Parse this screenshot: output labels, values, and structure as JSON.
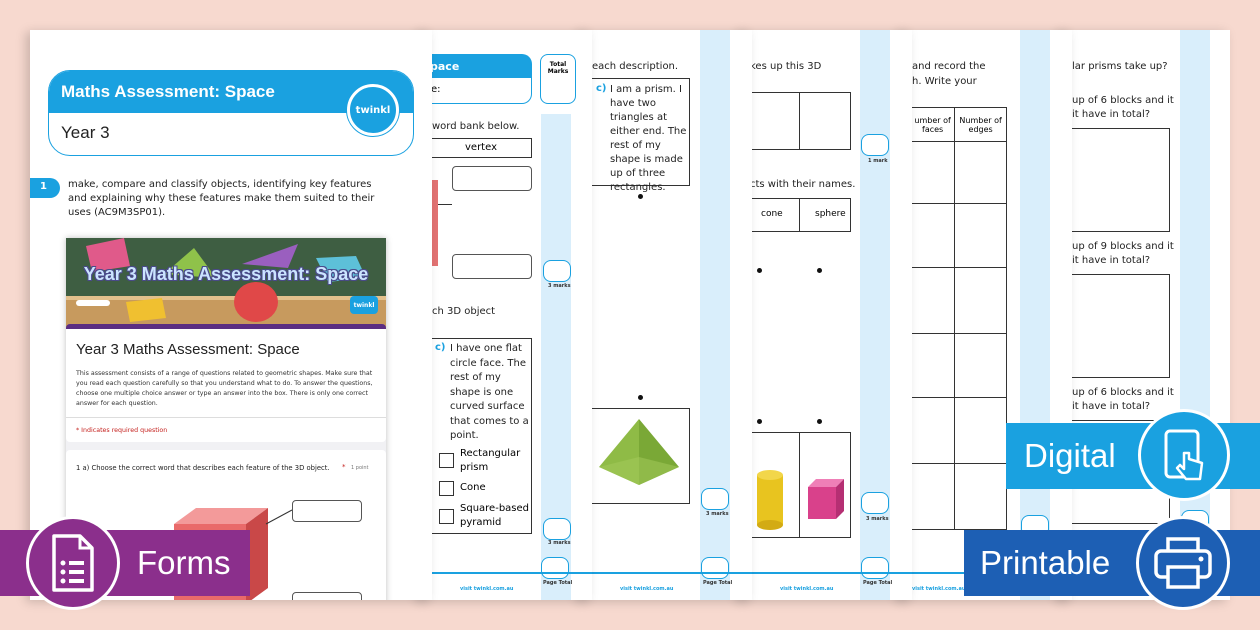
{
  "front": {
    "title": "Maths Assessment: Space",
    "year": "Year 3",
    "logo": "twinkl",
    "q_number": "1",
    "outcome": "make, compare and classify objects, identifying key features and explaining why these features make them suited to their uses (AC9M3SP01)."
  },
  "form": {
    "banner": "Year 3 Maths Assessment: Space",
    "logo": "twinkl",
    "heading": "Year 3 Maths Assessment: Space",
    "intro": "This assessment consists of a range of questions related to geometric shapes. Make sure that you read each question carefully so that you understand what to do. To answer the questions, choose one multiple choice answer or type an answer into the box. There is only one correct answer for each question.",
    "required": "* Indicates required question",
    "question": "1 a) Choose the correct word that describes each feature of the 3D object.",
    "required_star": "*",
    "points": "1 point"
  },
  "page2": {
    "title_frag": "pace",
    "sub_frag": "e:",
    "total_marks": "Total Marks",
    "wordbank": "word bank below.",
    "vertex": "vertex",
    "marks3": "3 marks",
    "q3d": "ch 3D object",
    "c_label": "c)",
    "c_text": "I have one flat circle face. The rest of my shape is one curved surface that comes to a point.",
    "options": [
      "Rectangular prism",
      "Cone",
      "Square-based pyramid"
    ],
    "marks3b": "3 marks",
    "page_total": "Page Total",
    "visit": "visit twinkl.com.au"
  },
  "page3": {
    "desc": "each description.",
    "c_label": "c)",
    "c_text": "I am a prism. I have two triangles at either end. The rest of my shape is made up of three rectangles.",
    "marks3": "3 marks",
    "page_total": "Page Total",
    "visit": "visit twinkl.com.au"
  },
  "page4": {
    "frag": "kes up this 3D",
    "names": "cts with their names.",
    "cone": "cone",
    "sphere": "sphere",
    "mark1": "1 mark",
    "marks3": "3 marks",
    "page_total": "Page Total",
    "visit": "visit twinkl.com.au"
  },
  "page5": {
    "frag1": "and record the",
    "frag2": "h. Write your",
    "col1": "umber of faces",
    "col2": "Number of edges",
    "visit": "visit twinkl.com.au"
  },
  "page6": {
    "frag": "lar prisms take up?",
    "q1a": "up of 6 blocks and it",
    "q1b": "it have in total?",
    "q2a": "up of 9 blocks and it",
    "q2b": "it have in total?",
    "q3a": "up of 6 blocks and it",
    "q3b": "it have in total?"
  },
  "badges": {
    "digital": "Digital",
    "forms": "Forms",
    "printable": "Printable"
  },
  "colors": {
    "brand_blue": "#1aa1e0",
    "forms_purple": "#8b2f8c",
    "printable_blue": "#1d5fb4",
    "strip": "#d9eefb"
  },
  "icons": [
    "tablet-hand-icon",
    "form-document-icon",
    "printer-icon"
  ]
}
